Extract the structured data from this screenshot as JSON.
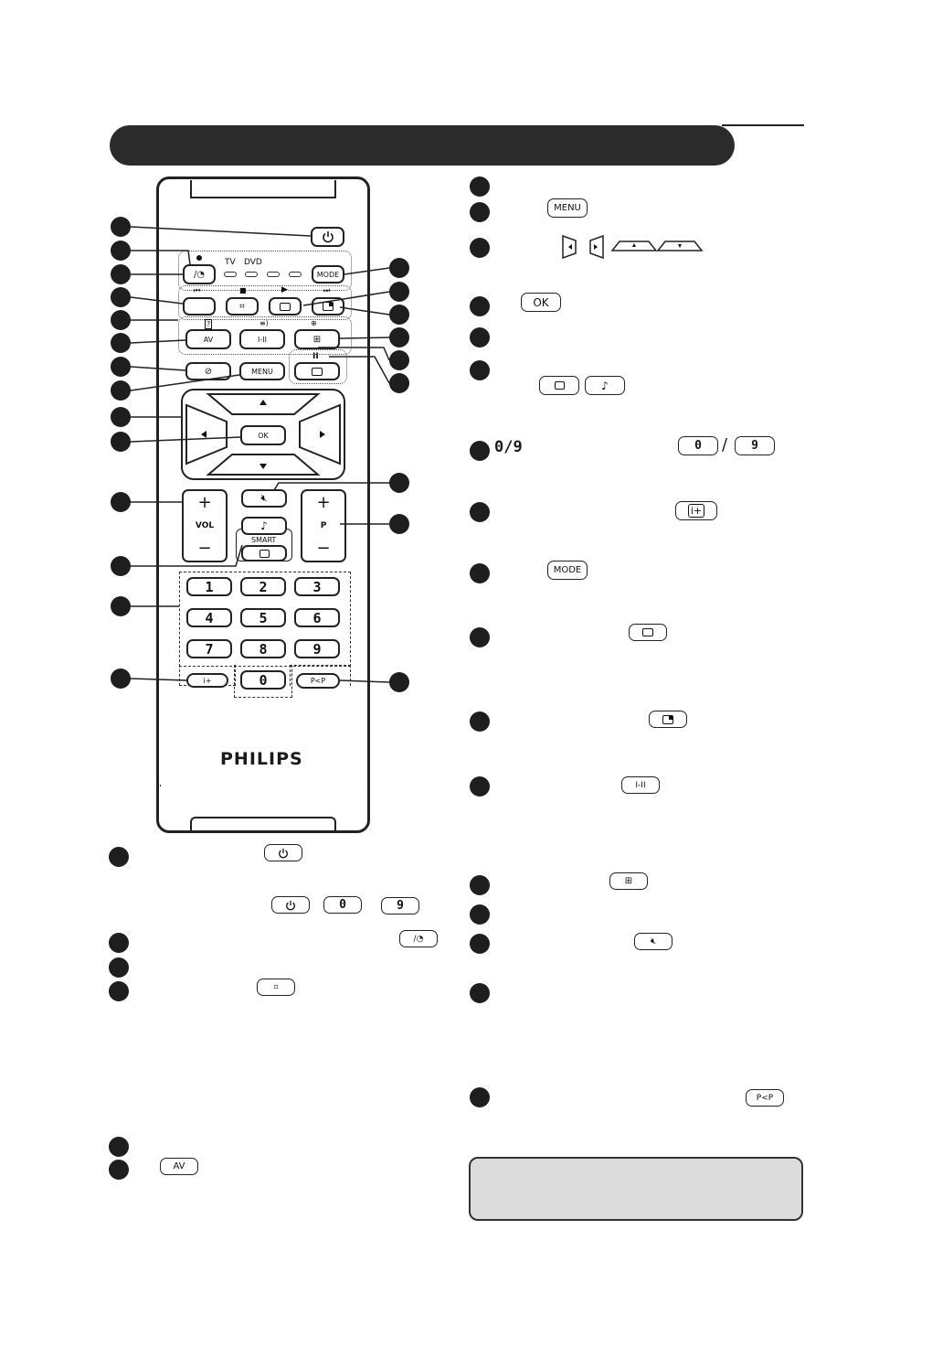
{
  "remote": {
    "brand": "PHILIPS",
    "labels": {
      "tv": "TV",
      "dvd": "DVD",
      "mode": "MODE",
      "av": "AV",
      "dual": "I-II",
      "menu": "MENU",
      "ok": "OK",
      "vol": "VOL",
      "p": "P",
      "smart": "SMART",
      "plus": "+",
      "minus": "−",
      "pip": "P<P"
    },
    "digits": [
      "1",
      "2",
      "3",
      "4",
      "5",
      "6",
      "7",
      "8",
      "9",
      "0"
    ]
  },
  "items": {
    "zero_nine": "0/9",
    "slash": "/",
    "menu": "MENU",
    "ok": "OK",
    "mode": "MODE",
    "av": "AV",
    "dual": "I-II",
    "pip": "P<P",
    "zero": "0",
    "nine": "9",
    "info_plus": "i+"
  },
  "icons": {
    "power": "power-icon",
    "sleep": "sleep-timer-icon",
    "format": "screen-format-icon",
    "teletext": "teletext-icon",
    "pip": "pip-icon",
    "mute": "mute-icon",
    "note": "music-note-icon"
  }
}
